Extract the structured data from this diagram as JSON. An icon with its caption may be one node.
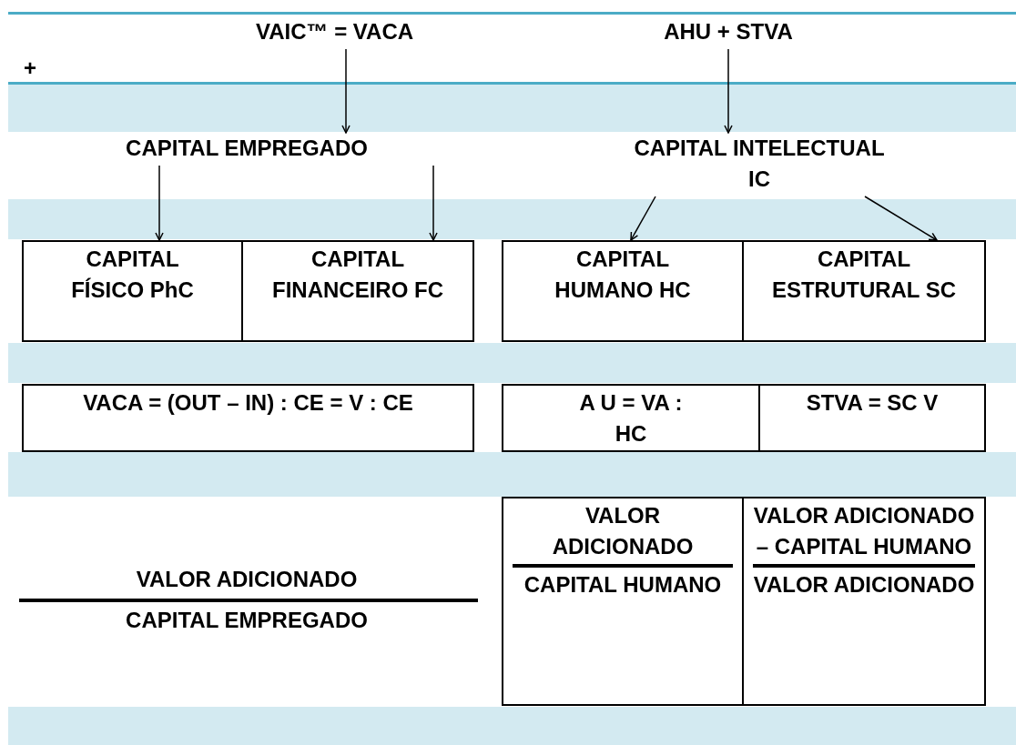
{
  "diagram": {
    "nodes": [
      {
        "text": [
          "VAIC™ = VACA"
        ]
      },
      {
        "text": [
          "AHU + STVA"
        ]
      },
      {
        "text": [
          "CAPITAL EMPREGADO"
        ]
      },
      {
        "text": [
          "CAPITAL INTELECTUAL IC"
        ]
      },
      {
        "text": [
          "CAPITAL FÍSICO PhC"
        ]
      },
      {
        "text": [
          "CAPITAL FINANCEIRO FC"
        ]
      },
      {
        "text": [
          "CAPITAL HUMANO HC"
        ]
      },
      {
        "text": [
          "CAPITAL ESTRUTURAL SC"
        ]
      },
      {
        "text": [
          "VACA = (OUT – IN) : CE = V : CE"
        ]
      },
      {
        "text": [
          "A U = VA : HC"
        ]
      },
      {
        "text": [
          "STVA = SC V"
        ]
      },
      {
        "text": [
          "VALOR ADICIONADO",
          "CAPITAL HUMANO"
        ]
      },
      {
        "text": [
          "VALOR ADICIONADO – CAPITAL HUMANO",
          "VALOR ADICIONADO"
        ]
      }
    ],
    "edges": [
      {
        "from": 0,
        "to": 2,
        "arrow": "to"
      },
      {
        "from": 1,
        "to": 3,
        "arrow": "to"
      },
      {
        "from": 2,
        "to": 4,
        "arrow": "to"
      },
      {
        "from": 2,
        "to": 5,
        "arrow": "to"
      },
      {
        "from": 3,
        "to": 6,
        "arrow": "to"
      },
      {
        "from": 3,
        "to": 7,
        "arrow": "to"
      }
    ],
    "labels": [
      "+",
      "VALOR ADICIONADO",
      "CAPITAL EMPREGADO"
    ]
  }
}
